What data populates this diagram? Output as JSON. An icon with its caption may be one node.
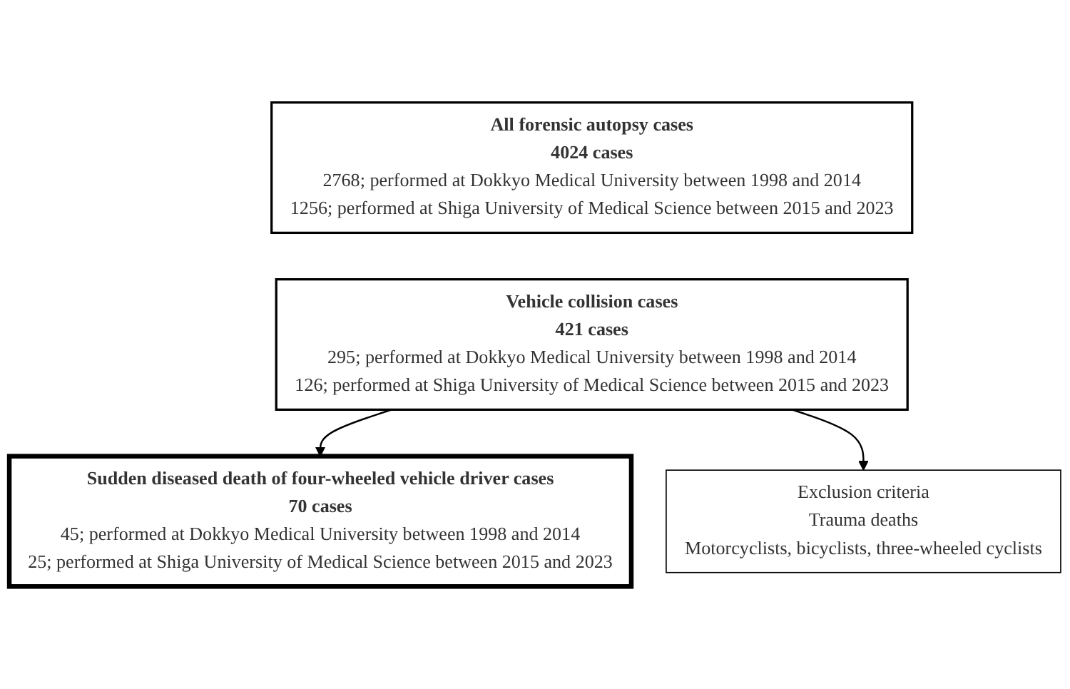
{
  "diagram": {
    "nodes": [
      {
        "text": [
          "All forensic autopsy cases",
          "4024 cases",
          "2768; performed at Dokkyo Medical University between 1998 and 2014",
          "1256; performed at Shiga University of Medical Science between 2015 and 2023"
        ]
      },
      {
        "text": [
          "Vehicle collision cases",
          "421 cases",
          "295; performed at Dokkyo Medical University between 1998 and 2014",
          "126; performed at Shiga University of Medical Science between 2015 and 2023"
        ]
      },
      {
        "text": [
          "Exclusion criteria",
          "Trauma deaths",
          "Motorcyclists, bicyclists, three-wheeled cyclists"
        ]
      },
      {
        "text": [
          "Sudden diseased death of four-wheeled vehicle driver cases",
          "70 cases",
          "45; performed at Dokkyo Medical University between 1998 and 2014",
          "25; performed at Shiga University of Medical Science between 2015 and 2023"
        ]
      }
    ],
    "edges": [
      {
        "from": 1,
        "to": 3,
        "arrow": "to"
      },
      {
        "from": 1,
        "to": 2,
        "arrow": "to"
      }
    ]
  }
}
